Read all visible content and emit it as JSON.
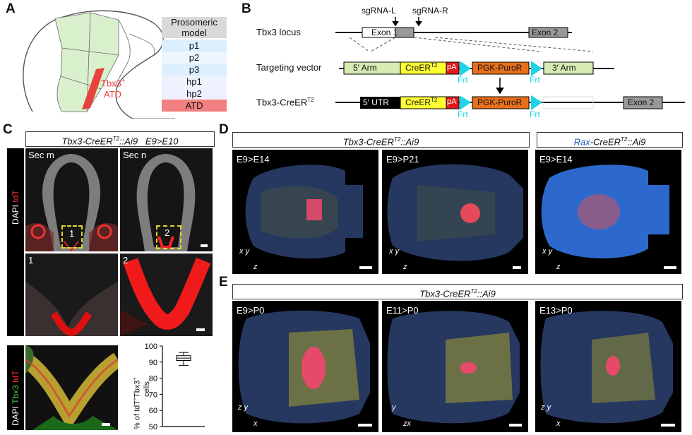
{
  "panels": {
    "A": "A",
    "B": "B",
    "C": "C",
    "D": "D",
    "E": "E"
  },
  "panelA": {
    "annotation_line1": "Tbx3",
    "annotation_sup": "+",
    "annotation_line2": "ATD",
    "table_header": [
      "Prosomeric",
      "model"
    ],
    "table_rows": [
      "p1",
      "p2",
      "p3",
      "hp1",
      "hp2",
      "ATD"
    ],
    "colors": {
      "highlight": "#e8423c",
      "rows": "#dcefff",
      "atd_row": "#f28080"
    }
  },
  "panelB": {
    "sgrna_l": "sgRNA-L",
    "sgrna_r": "sgRNA-R",
    "tbx3_locus": "Tbx3 locus",
    "exon1": "Exon 1",
    "exon2": "Exon 2",
    "targeting_vector": "Targeting vector",
    "arm5": "5′ Arm",
    "creert2": "CreER",
    "t2": "T2",
    "pa": "pA",
    "pgk": "PGK-PuroR",
    "arm3": "3′ Arm",
    "frt": "Frt",
    "tbx3_creert2": "Tbx3-CreER",
    "utr": "5′ UTR",
    "colors": {
      "arm": "#d6ecb4",
      "cre": "#ffff33",
      "pa": "#e11b1b",
      "pgk": "#e8701a",
      "frt": "#22d3e6",
      "exon": "#999999"
    }
  },
  "panelC": {
    "header_a": "Tbx3-CreER",
    "header_t2": "T2",
    "header_b": "::Ai9",
    "header_c": "E9>E10",
    "sec_m": "Sec m",
    "sec_n": "Sec n",
    "box1": "1",
    "box2": "2",
    "dapi": "DAPI",
    "tdt": "tdT",
    "tbx3": "Tbx3",
    "inset1": "1",
    "inset2": "2",
    "chart_ylabel": "% of tdT",
    "chart_ylabel_sup1": "+",
    "chart_ylabel_mid": "Tbx3",
    "chart_ylabel_sup2": "+",
    "chart_ylabel_2": "cells"
  },
  "chart_data": {
    "type": "box",
    "yticks": [
      "100",
      "90",
      "80",
      "70",
      "60",
      "50"
    ],
    "ylim": [
      50,
      100
    ],
    "box": {
      "min": 88,
      "q1": 91,
      "median": 92.5,
      "q3": 94,
      "max": 96
    }
  },
  "panelD": {
    "header1_a": "Tbx3-CreER",
    "header1_t2": "T2",
    "header1_b": "::Ai9",
    "header2_a": "Rax",
    "header2_b": "-CreER",
    "header2_t2": "T2",
    "header2_c": "::Ai9",
    "img1": "E9>E14",
    "img2": "E9>P21",
    "img3": "E9>E14"
  },
  "panelE": {
    "header_a": "Tbx3-CreER",
    "header_t2": "T2",
    "header_b": "::Ai9",
    "img1": "E9>P0",
    "img2": "E11>P0",
    "img3": "E13>P0"
  },
  "axes": {
    "x": "x",
    "y": "y",
    "z": "z"
  }
}
